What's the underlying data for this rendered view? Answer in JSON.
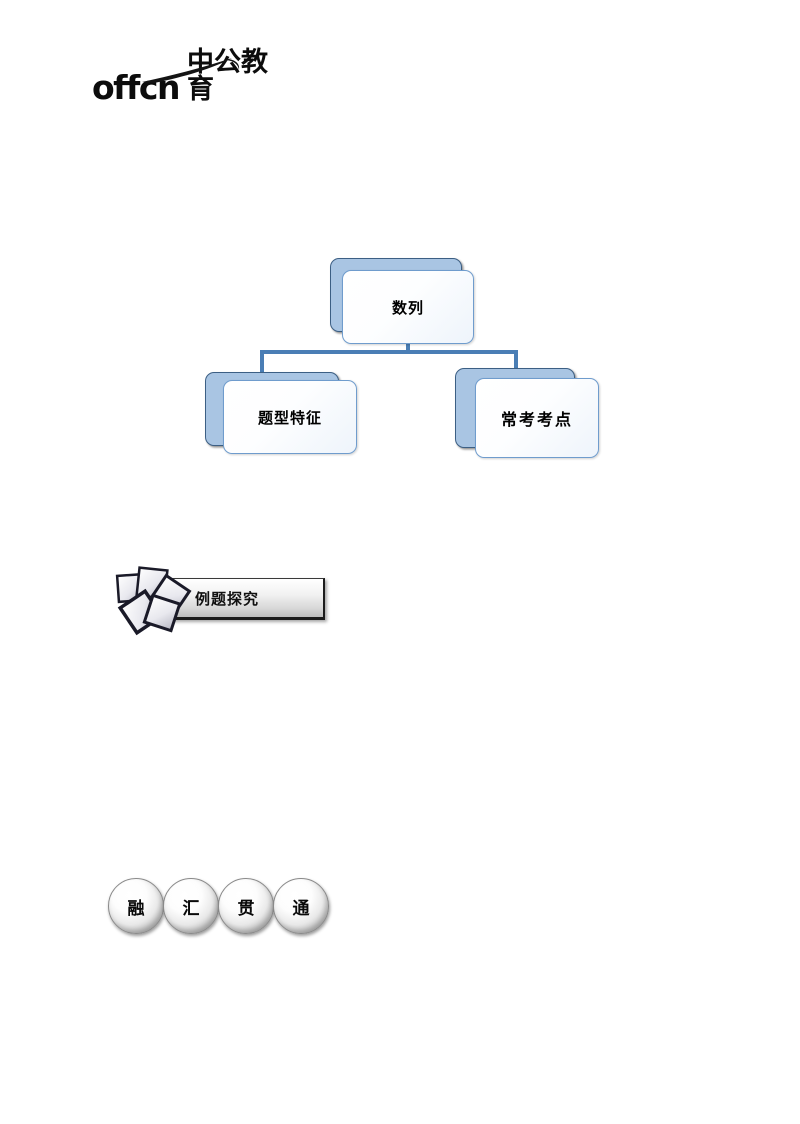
{
  "logo": {
    "wordmark": "offcn",
    "name_cn": "中公教育",
    "swoosh_icon": "swoosh-icon"
  },
  "diagram": {
    "type": "tree",
    "root": {
      "label": "数列"
    },
    "children": [
      {
        "label": "题型特征"
      },
      {
        "label": "常考考点"
      }
    ],
    "connector_color": "#4a7eb5",
    "node_back_color": "#a9c5e3",
    "node_border_color": "#6f9ccd"
  },
  "section_banner": {
    "label": "例题探究",
    "decoration_icon": "scattered-squares-icon"
  },
  "circles": {
    "items": [
      {
        "label": "融"
      },
      {
        "label": "汇"
      },
      {
        "label": "贯"
      },
      {
        "label": "通"
      }
    ]
  }
}
